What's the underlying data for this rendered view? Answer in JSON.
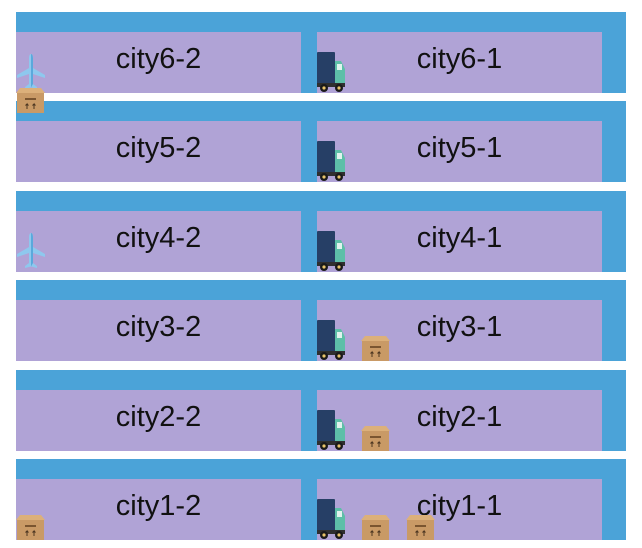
{
  "colors": {
    "road": "#4ba3d8",
    "location": "#b0a3d6",
    "truck_cab": "#263f66",
    "truck_front": "#5dbfa8",
    "box": "#c99a66",
    "plane": "#8ec8ee"
  },
  "cities": [
    {
      "id": "city6",
      "locations": [
        {
          "id": "city6-2",
          "label": "city6-2"
        },
        {
          "id": "city6-1",
          "label": "city6-1"
        }
      ]
    },
    {
      "id": "city5",
      "locations": [
        {
          "id": "city5-2",
          "label": "city5-2"
        },
        {
          "id": "city5-1",
          "label": "city5-1"
        }
      ]
    },
    {
      "id": "city4",
      "locations": [
        {
          "id": "city4-2",
          "label": "city4-2"
        },
        {
          "id": "city4-1",
          "label": "city4-1"
        }
      ]
    },
    {
      "id": "city3",
      "locations": [
        {
          "id": "city3-2",
          "label": "city3-2"
        },
        {
          "id": "city3-1",
          "label": "city3-1"
        }
      ]
    },
    {
      "id": "city2",
      "locations": [
        {
          "id": "city2-2",
          "label": "city2-2"
        },
        {
          "id": "city2-1",
          "label": "city2-1"
        }
      ]
    },
    {
      "id": "city1",
      "locations": [
        {
          "id": "city1-2",
          "label": "city1-2"
        },
        {
          "id": "city1-1",
          "label": "city1-1"
        }
      ]
    }
  ],
  "objects": [
    {
      "type": "airplane",
      "icon": "airplane-icon",
      "location": "city6-2"
    },
    {
      "type": "package",
      "icon": "package-icon",
      "location": "city6-2"
    },
    {
      "type": "truck",
      "icon": "truck-icon",
      "location": "city6-1"
    },
    {
      "type": "truck",
      "icon": "truck-icon",
      "location": "city5-1"
    },
    {
      "type": "airplane",
      "icon": "airplane-icon",
      "location": "city4-2"
    },
    {
      "type": "truck",
      "icon": "truck-icon",
      "location": "city4-1"
    },
    {
      "type": "truck",
      "icon": "truck-icon",
      "location": "city3-1"
    },
    {
      "type": "package",
      "icon": "package-icon",
      "location": "city3-1"
    },
    {
      "type": "truck",
      "icon": "truck-icon",
      "location": "city2-1"
    },
    {
      "type": "package",
      "icon": "package-icon",
      "location": "city2-1"
    },
    {
      "type": "package",
      "icon": "package-icon",
      "location": "city1-2"
    },
    {
      "type": "truck",
      "icon": "truck-icon",
      "location": "city1-1"
    },
    {
      "type": "package",
      "icon": "package-icon",
      "location": "city1-1"
    },
    {
      "type": "package",
      "icon": "package-icon",
      "location": "city1-1"
    }
  ]
}
